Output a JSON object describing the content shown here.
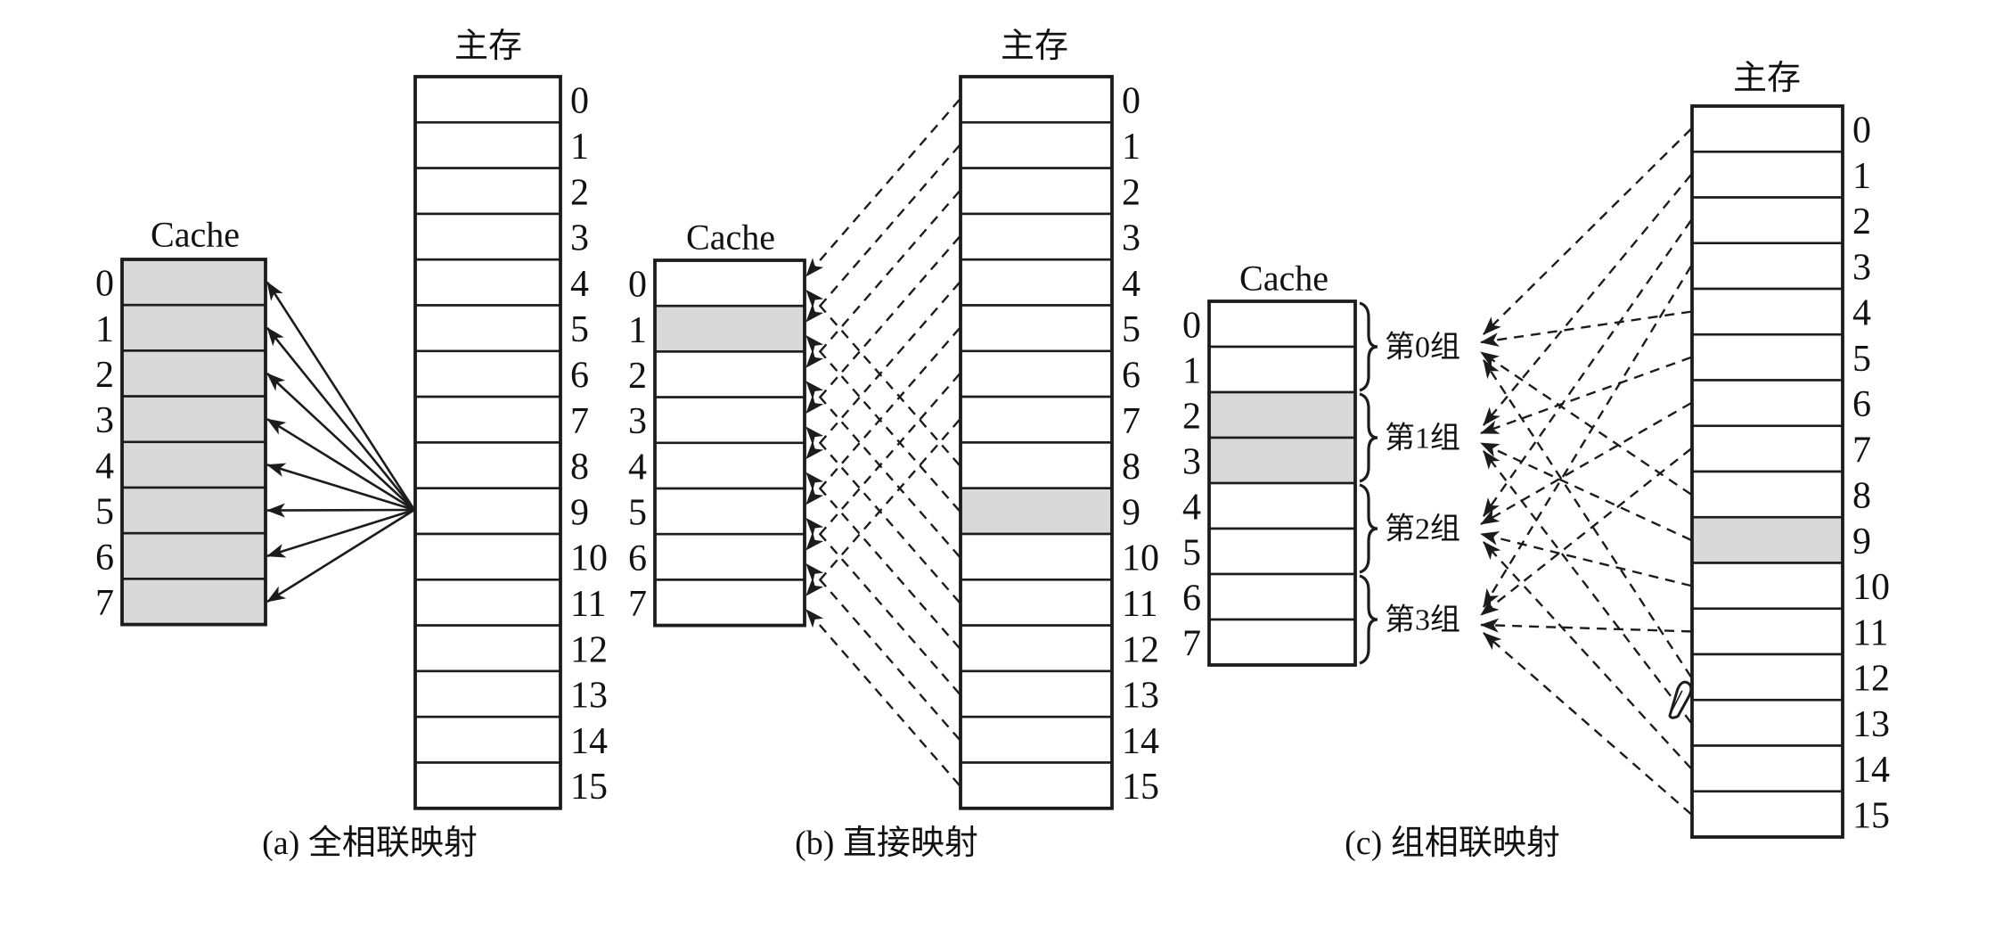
{
  "figure": {
    "colors": {
      "background": "#ffffff",
      "line": "#1c1c1c",
      "shade": "#d9d9d9",
      "text": "#111111"
    },
    "panels": [
      {
        "id": "a",
        "caption": "(a) 全相联映射",
        "cache": {
          "label": "Cache",
          "row_labels": [
            "0",
            "1",
            "2",
            "3",
            "4",
            "5",
            "6",
            "7"
          ],
          "shaded_rows": [
            0,
            1,
            2,
            3,
            4,
            5,
            6,
            7
          ]
        },
        "memory": {
          "label": "主存",
          "row_labels": [
            "0",
            "1",
            "2",
            "3",
            "4",
            "5",
            "6",
            "7",
            "8",
            "9",
            "10",
            "11",
            "12",
            "13",
            "14",
            "15"
          ],
          "shaded_rows": []
        },
        "links": {
          "style": "solid",
          "source": "memory-block-9-left-edge",
          "pairs": [
            [
              9,
              0
            ],
            [
              9,
              1
            ],
            [
              9,
              2
            ],
            [
              9,
              3
            ],
            [
              9,
              4
            ],
            [
              9,
              5
            ],
            [
              9,
              6
            ],
            [
              9,
              7
            ]
          ]
        }
      },
      {
        "id": "b",
        "caption": "(b) 直接映射",
        "cache": {
          "label": "Cache",
          "row_labels": [
            "0",
            "1",
            "2",
            "3",
            "4",
            "5",
            "6",
            "7"
          ],
          "shaded_rows": [
            1
          ]
        },
        "memory": {
          "label": "主存",
          "row_labels": [
            "0",
            "1",
            "2",
            "3",
            "4",
            "5",
            "6",
            "7",
            "8",
            "9",
            "10",
            "11",
            "12",
            "13",
            "14",
            "15"
          ],
          "shaded_rows": [
            9
          ]
        },
        "links": {
          "style": "dashed",
          "pairs": [
            [
              0,
              0
            ],
            [
              8,
              0
            ],
            [
              1,
              1
            ],
            [
              9,
              1
            ],
            [
              2,
              2
            ],
            [
              10,
              2
            ],
            [
              3,
              3
            ],
            [
              11,
              3
            ],
            [
              4,
              4
            ],
            [
              12,
              4
            ],
            [
              5,
              5
            ],
            [
              13,
              5
            ],
            [
              6,
              6
            ],
            [
              14,
              6
            ],
            [
              7,
              7
            ],
            [
              15,
              7
            ]
          ]
        }
      },
      {
        "id": "c",
        "caption": "(c) 组相联映射",
        "cache": {
          "label": "Cache",
          "row_labels": [
            "0",
            "1",
            "2",
            "3",
            "4",
            "5",
            "6",
            "7"
          ],
          "shaded_rows": [
            2,
            3
          ]
        },
        "memory": {
          "label": "主存",
          "row_labels": [
            "0",
            "1",
            "2",
            "3",
            "4",
            "5",
            "6",
            "7",
            "8",
            "9",
            "10",
            "11",
            "12",
            "13",
            "14",
            "15"
          ],
          "shaded_rows": [
            9
          ]
        },
        "groups": [
          {
            "label": "第0组",
            "rows": [
              0,
              1
            ]
          },
          {
            "label": "第1组",
            "rows": [
              2,
              3
            ]
          },
          {
            "label": "第2组",
            "rows": [
              4,
              5
            ]
          },
          {
            "label": "第3组",
            "rows": [
              6,
              7
            ]
          }
        ],
        "links": {
          "style": "dashed",
          "to": "group",
          "pairs": [
            [
              0,
              0
            ],
            [
              4,
              0
            ],
            [
              8,
              0
            ],
            [
              12,
              0
            ],
            [
              1,
              1
            ],
            [
              5,
              1
            ],
            [
              9,
              1
            ],
            [
              13,
              1
            ],
            [
              2,
              2
            ],
            [
              6,
              2
            ],
            [
              10,
              2
            ],
            [
              14,
              2
            ],
            [
              3,
              3
            ],
            [
              7,
              3
            ],
            [
              11,
              3
            ],
            [
              15,
              3
            ]
          ]
        }
      }
    ],
    "cursor": {
      "name": "pen-cursor"
    }
  }
}
